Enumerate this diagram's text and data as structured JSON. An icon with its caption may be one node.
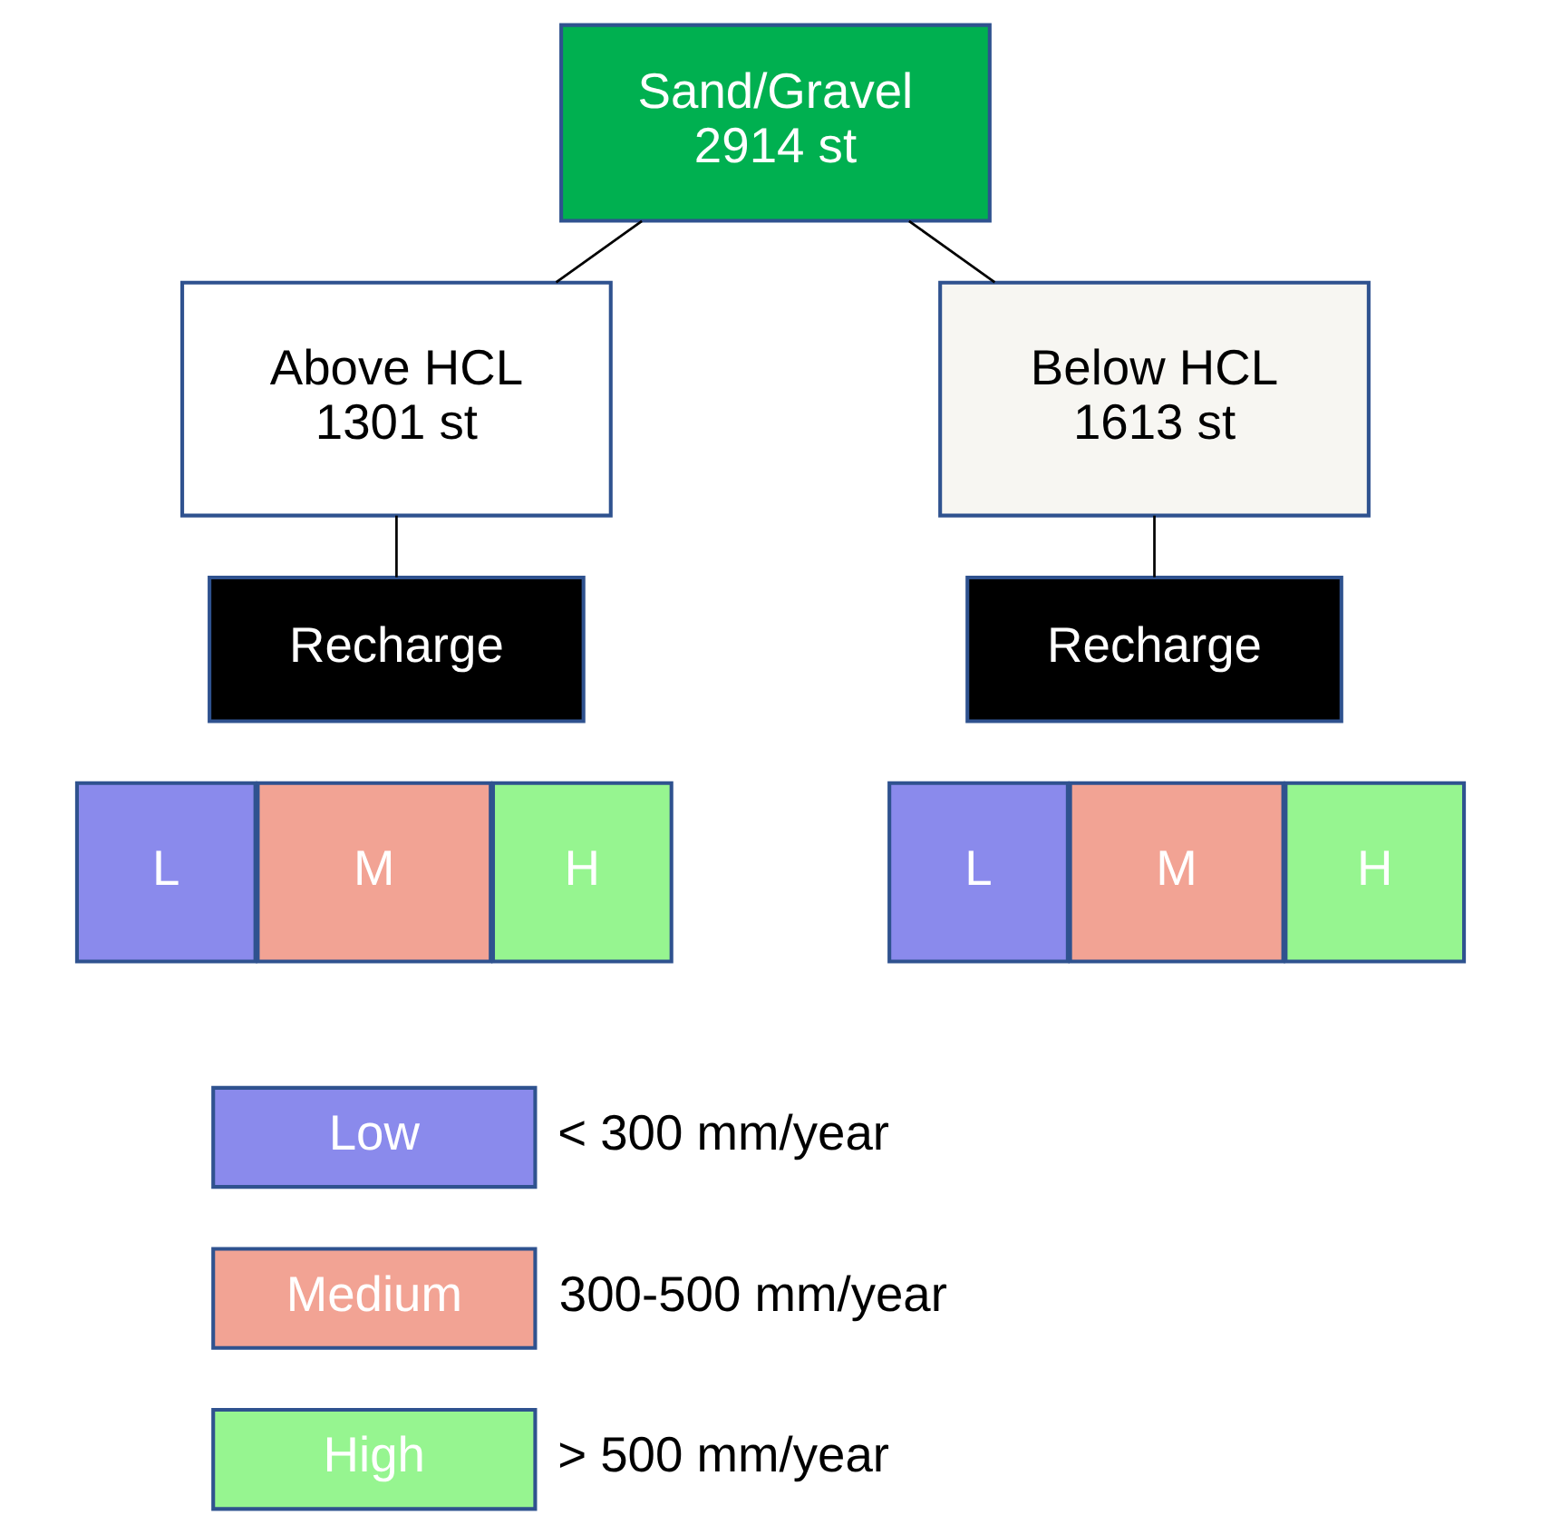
{
  "diagram": {
    "nodes": [
      {
        "text": [
          "Sand/Gravel",
          "2914 st"
        ]
      },
      {
        "text": [
          "Above HCL",
          "1301 st"
        ]
      },
      {
        "text": [
          "Below HCL",
          "1613 st"
        ]
      },
      {
        "text": [
          "Recharge"
        ]
      },
      {
        "text": [
          "Recharge"
        ]
      },
      {
        "text": [
          "L"
        ]
      },
      {
        "text": [
          "M"
        ]
      },
      {
        "text": [
          "H"
        ]
      },
      {
        "text": [
          "L"
        ]
      },
      {
        "text": [
          "M"
        ]
      },
      {
        "text": [
          "H"
        ]
      },
      {
        "text": [
          "Low"
        ],
        "beside": [
          "< 300 mm/year"
        ]
      },
      {
        "text": [
          "Medium"
        ],
        "beside": [
          "300-500 mm/year"
        ]
      },
      {
        "text": [
          "High"
        ],
        "beside": [
          "> 500 mm/year"
        ]
      }
    ],
    "edges": [
      {
        "from": 0,
        "to": 1,
        "arrow": "none"
      },
      {
        "from": 0,
        "to": 2,
        "arrow": "none"
      },
      {
        "from": 1,
        "to": 3,
        "arrow": "none"
      },
      {
        "from": 2,
        "to": 4,
        "arrow": "none"
      }
    ]
  }
}
